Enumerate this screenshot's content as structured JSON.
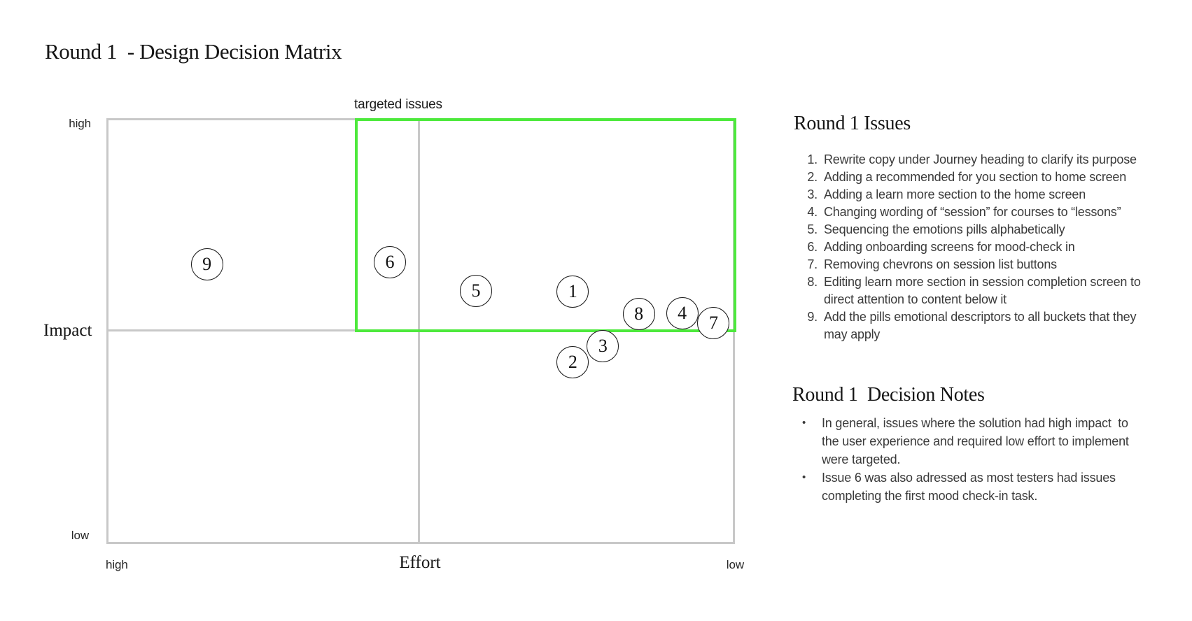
{
  "page": {
    "title": "Round 1  - Design Decision Matrix"
  },
  "colors": {
    "highlight_green": "#4de93c",
    "grid_gray": "#c8c8c8",
    "circle_stroke": "#1c1c1c"
  },
  "matrix": {
    "region_label": "targeted issues",
    "y_axis": {
      "title": "Impact",
      "top_label": "high",
      "bottom_label": "low"
    },
    "x_axis": {
      "title": "Effort",
      "left_label": "high",
      "right_label": "low"
    }
  },
  "chart_data": {
    "type": "scatter",
    "title": "Round 1  - Design Decision Matrix",
    "xlabel": "Effort",
    "ylabel": "Impact",
    "x_axis_ticks": [
      "high",
      "low"
    ],
    "y_axis_ticks": [
      "high",
      "low"
    ],
    "x_direction": "left = high effort, right = low effort",
    "y_direction": "top = high impact, bottom = low impact",
    "grid": "2x2 quadrant dividers",
    "legend": "none",
    "annotation": "targeted issues",
    "targeted_region_frac": {
      "x0": 0.395,
      "x1": 1.0,
      "y0": 0.0,
      "y1": 0.502
    },
    "points": [
      {
        "id": "9",
        "x01": 0.16,
        "y01": 0.343
      },
      {
        "id": "6",
        "x01": 0.451,
        "y01": 0.338
      },
      {
        "id": "5",
        "x01": 0.588,
        "y01": 0.406
      },
      {
        "id": "1",
        "x01": 0.742,
        "y01": 0.407
      },
      {
        "id": "2",
        "x01": 0.742,
        "y01": 0.573
      },
      {
        "id": "3",
        "x01": 0.79,
        "y01": 0.535
      },
      {
        "id": "8",
        "x01": 0.847,
        "y01": 0.46
      },
      {
        "id": "4",
        "x01": 0.916,
        "y01": 0.458
      },
      {
        "id": "7",
        "x01": 0.966,
        "y01": 0.481
      }
    ]
  },
  "issues_panel": {
    "heading": "Round 1 Issues",
    "items": [
      {
        "n": "1.",
        "text": "Rewrite copy under Journey heading to clarify its purpose"
      },
      {
        "n": "2.",
        "text": "Adding a recommended for you section to home screen"
      },
      {
        "n": "3.",
        "text": "Adding a learn more section to the home screen"
      },
      {
        "n": "4.",
        "text": "Changing wording of “session” for courses to “lessons”"
      },
      {
        "n": "5.",
        "text": "Sequencing the emotions pills alphabetically"
      },
      {
        "n": "6.",
        "text": "Adding onboarding screens for mood-check in"
      },
      {
        "n": "7.",
        "text": "Removing chevrons on session list buttons"
      },
      {
        "n": "8.",
        "text": "Editing learn more section in session completion screen to direct attention to content below it"
      },
      {
        "n": "9.",
        "text": "Add the pills emotional descriptors to all buckets that they may apply"
      }
    ]
  },
  "notes_panel": {
    "heading": "Round 1  Decision Notes",
    "bullet": "•",
    "bullets": [
      {
        "text": "In general, issues where the solution had high impact  to the user experience and required low effort to implement were targeted."
      },
      {
        "text": "Issue 6 was also adressed as most testers had issues completing the first mood check-in task."
      }
    ]
  }
}
